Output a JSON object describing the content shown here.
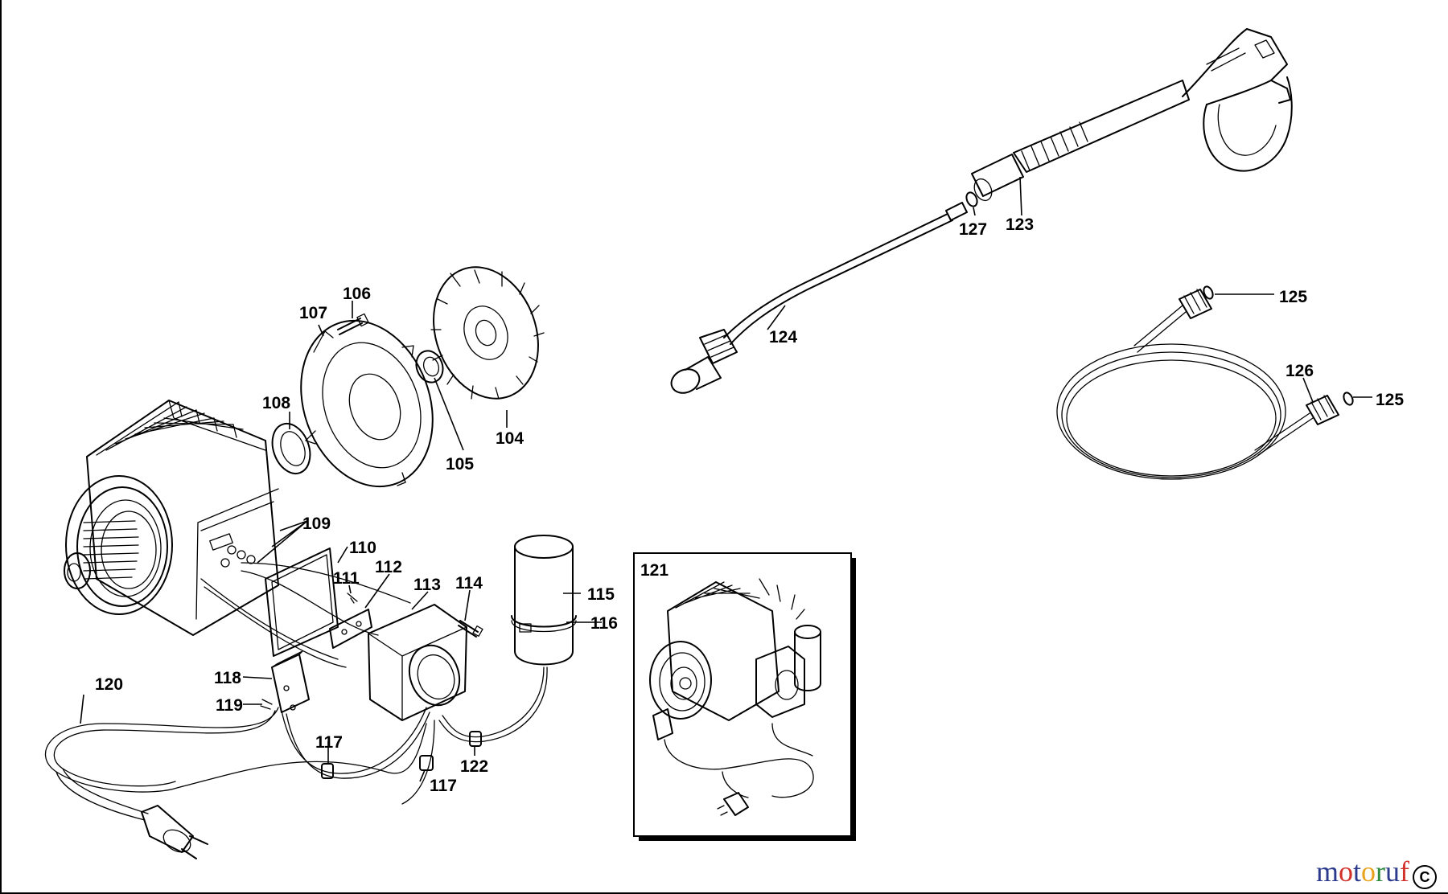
{
  "labels": {
    "l104": "104",
    "l105": "105",
    "l106": "106",
    "l107": "107",
    "l108": "108",
    "l109": "109",
    "l110": "110",
    "l111": "111",
    "l112": "112",
    "l113": "113",
    "l114": "114",
    "l115": "115",
    "l116": "116",
    "l117a": "117",
    "l117b": "117",
    "l118": "118",
    "l119": "119",
    "l120": "120",
    "l121": "121",
    "l122": "122",
    "l123": "123",
    "l124": "124",
    "l125a": "125",
    "l125b": "125",
    "l126": "126",
    "l127": "127"
  },
  "watermark": {
    "text": "motoruf",
    "letters": [
      "m",
      "o",
      "t",
      "o",
      "r",
      "u",
      "f"
    ],
    "letter_colors": [
      "#2b3a8c",
      "#d2312a",
      "#2b3a8c",
      "#e8a21b",
      "#2b8a3e",
      "#2b3a8c",
      "#d2312a"
    ]
  },
  "badge": {
    "text": "C"
  }
}
